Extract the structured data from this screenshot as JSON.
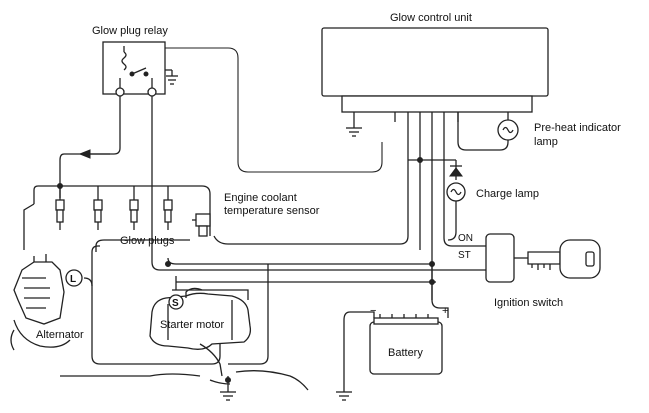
{
  "labels": {
    "glow_control_unit": "Glow control unit",
    "glow_plug_relay": "Glow plug relay",
    "preheat_lamp_line1": "Pre-heat  indicator",
    "preheat_lamp_line2": "lamp",
    "charge_lamp": "Charge lamp",
    "engine_coolant_line1": "Engine coolant",
    "engine_coolant_line2": "temperature sensor",
    "glow_plugs": "Glow plugs",
    "on_terminal": "ON",
    "st_terminal": "ST",
    "ignition_switch": "Ignition switch",
    "alternator": "Alternator",
    "alternator_terminal": "L",
    "starter_motor": "Starter motor",
    "starter_terminal": "S",
    "battery": "Battery",
    "battery_minus": "−",
    "battery_plus": "+"
  }
}
